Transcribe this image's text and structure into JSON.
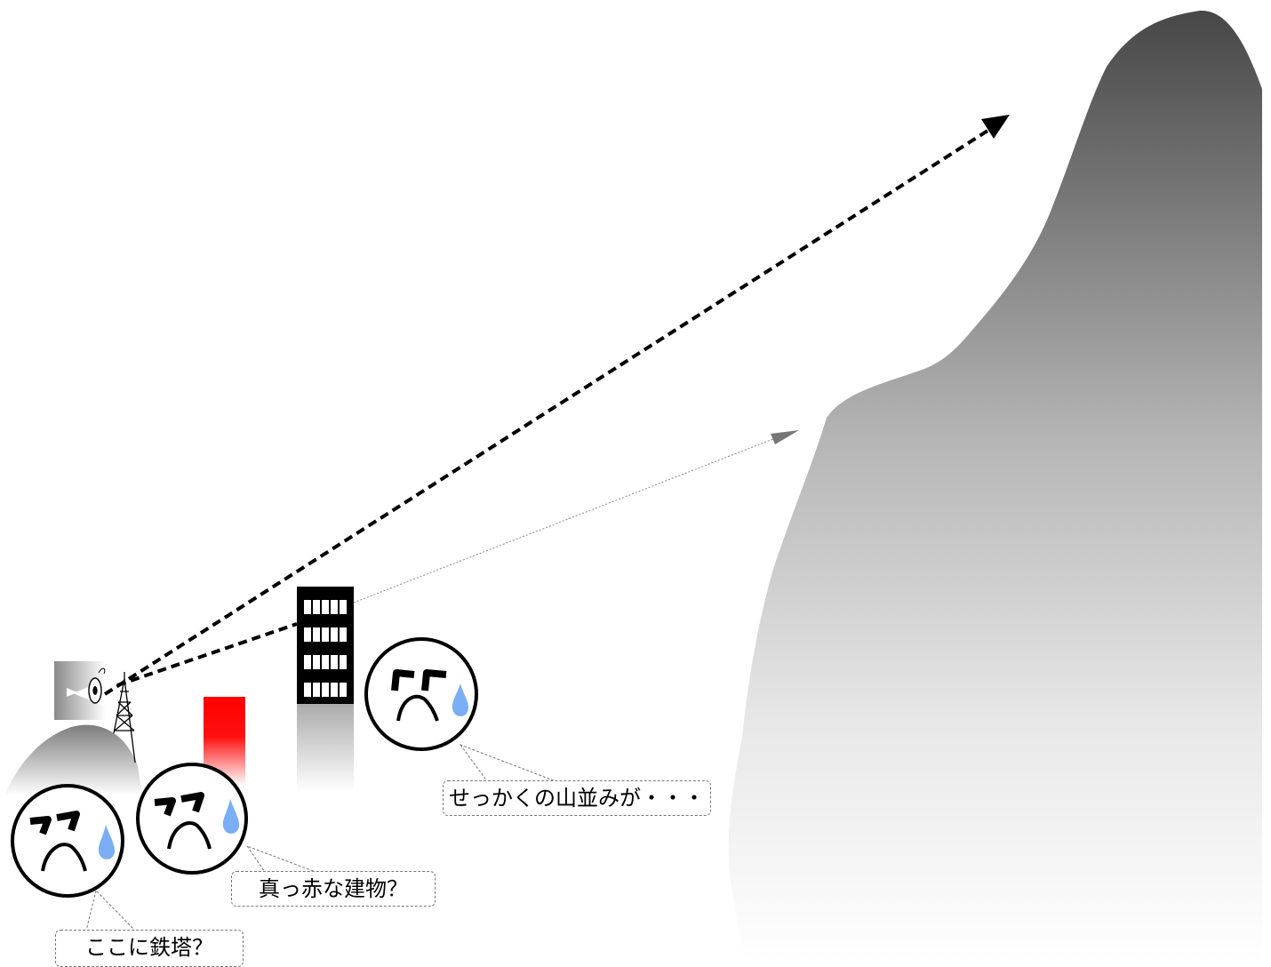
{
  "colors": {
    "mountain_top": "#444444",
    "mountain_bottom": "#ffffff",
    "red_building": "#ff0000",
    "tear": "#7aaef5",
    "sight_line_main": "#000000",
    "sight_line_secondary": "#777777"
  },
  "icons": [
    "mountain-shape",
    "observer-eye-icon",
    "steel-tower-icon",
    "red-building",
    "office-building",
    "sad-face-icon",
    "tear-drop-icon",
    "arrow-head-icon"
  ],
  "callouts": {
    "tower": "ここに鉄塔？",
    "red_building": "真っ赤な建物？",
    "mountains": "せっかくの山並みが・・・"
  }
}
